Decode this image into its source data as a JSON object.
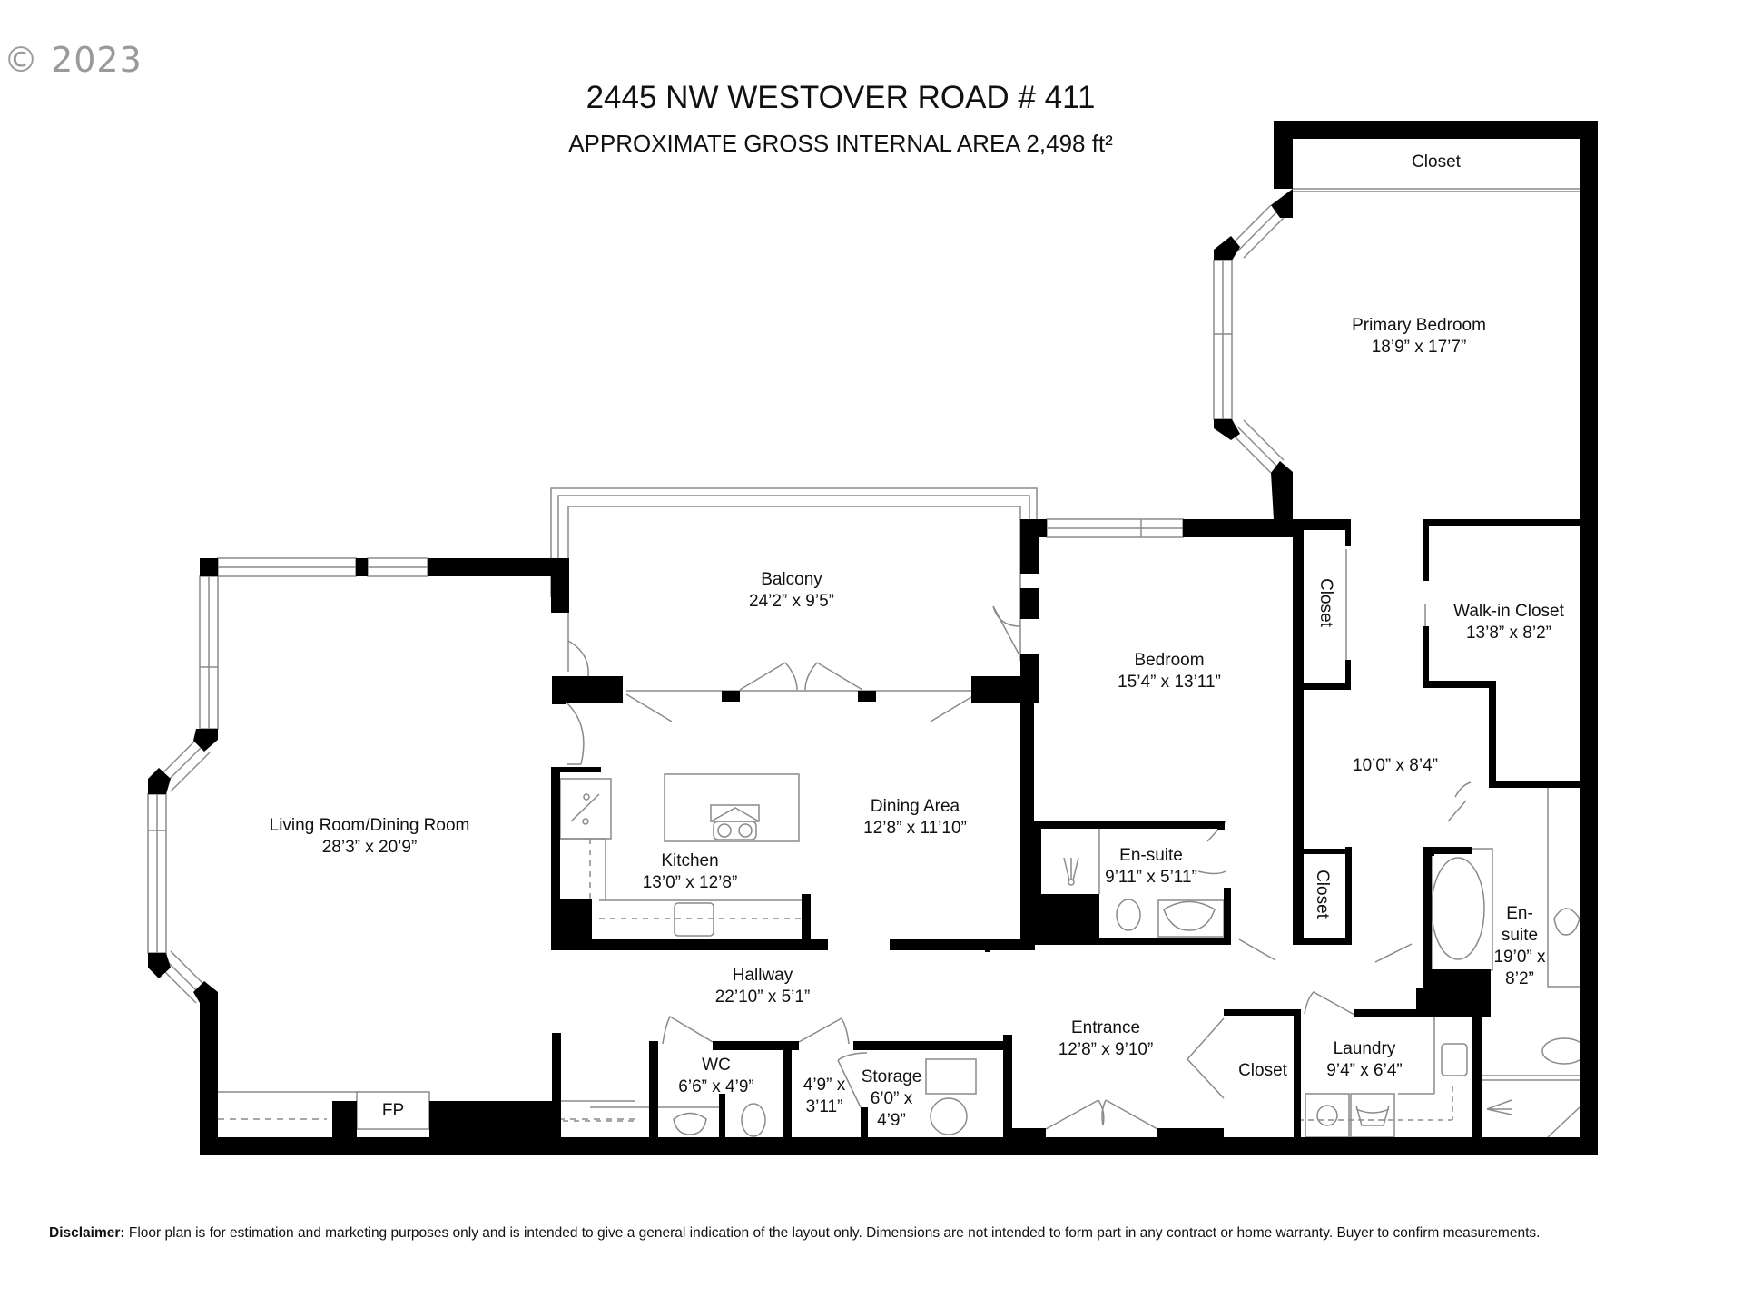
{
  "header": {
    "copyright": "© 2023",
    "title": "2445 NW WESTOVER ROAD # 411",
    "subtitle": "APPROXIMATE GROSS INTERNAL AREA 2,498 ft²"
  },
  "rooms": {
    "primary_closet": {
      "name": "Closet",
      "dims": ""
    },
    "primary_bedroom": {
      "name": "Primary Bedroom",
      "dims": "18’9” x 17’7”"
    },
    "balcony": {
      "name": "Balcony",
      "dims": "24’2” x 9’5”"
    },
    "bedroom_closet": {
      "name": "Closet",
      "dims": ""
    },
    "walk_in_closet": {
      "name": "Walk-in Closet",
      "dims": "13’8” x 8’2”"
    },
    "bedroom": {
      "name": "Bedroom",
      "dims": "15’4” x 13’11”"
    },
    "passage": {
      "name": "",
      "dims": "10’0” x 8’4”"
    },
    "living_room": {
      "name": "Living Room/Dining Room",
      "dims": "28’3” x 20’9”"
    },
    "dining_area": {
      "name": "Dining Area",
      "dims": "12’8” x 11’10”"
    },
    "kitchen": {
      "name": "Kitchen",
      "dims": "13’0” x 12’8”"
    },
    "ensuite_small": {
      "name": "En-suite",
      "dims": "9’11” x 5’11”"
    },
    "hall_closet": {
      "name": "Closet",
      "dims": ""
    },
    "ensuite_primary": {
      "name": "En-\nsuite",
      "dims_line1": "19’0” x",
      "dims_line2": "8’2”"
    },
    "hallway": {
      "name": "Hallway",
      "dims": "22’10” x 5’1”"
    },
    "entrance": {
      "name": "Entrance",
      "dims": "12’8” x 9’10”"
    },
    "entry_closet": {
      "name": "Closet",
      "dims": ""
    },
    "laundry": {
      "name": "Laundry",
      "dims": "9’4” x 6’4”"
    },
    "wc": {
      "name": "WC",
      "dims": "6’6” x 4’9”"
    },
    "linen": {
      "name": "",
      "dims_line1": "4’9” x",
      "dims_line2": "3’11”"
    },
    "storage": {
      "name": "Storage",
      "dims_line1": "6’0” x",
      "dims_line2": "4’9”"
    },
    "fireplace": {
      "name": "FP"
    }
  },
  "footer": {
    "disclaimer_label": "Disclaimer:",
    "disclaimer_text": " Floor plan is for estimation and marketing purposes only and is intended to give a general indication of the layout only. Dimensions are not intended to form part in any contract or home warranty. Buyer to confirm measurements."
  },
  "colors": {
    "wall": "#000000",
    "fixture_line": "#8a8a8a",
    "background": "#ffffff",
    "copyright": "#9a9a9a"
  }
}
